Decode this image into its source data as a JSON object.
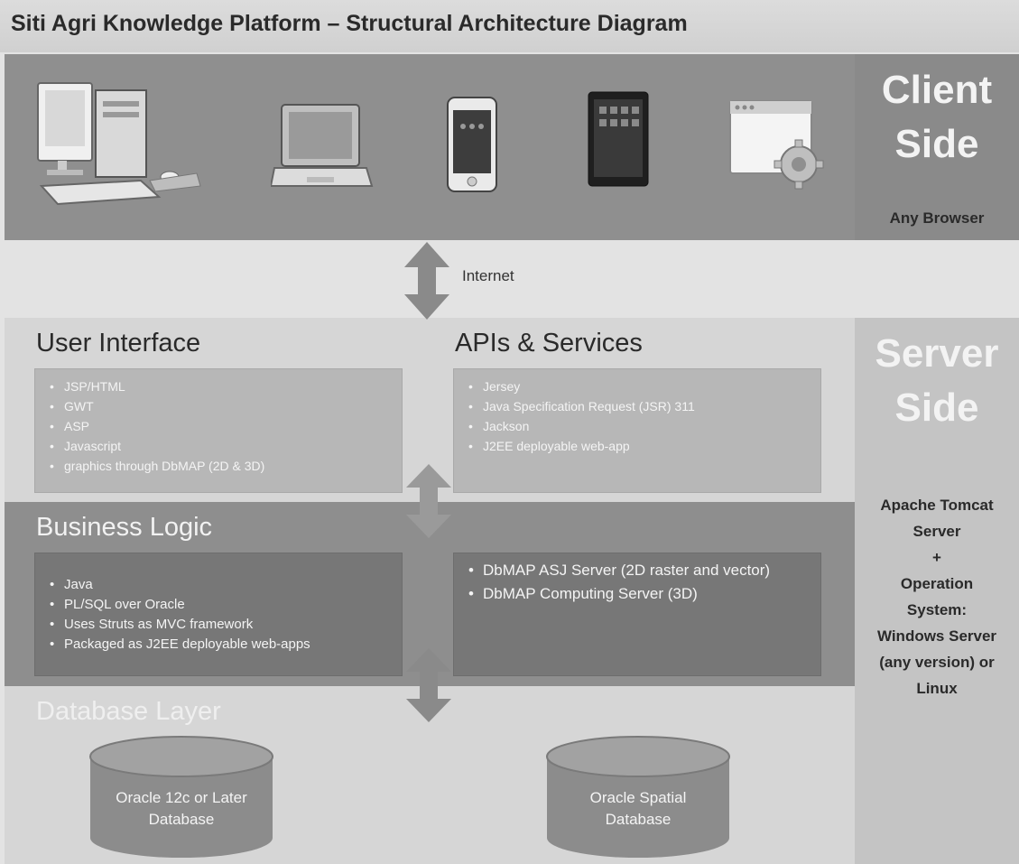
{
  "title": "Siti Agri Knowledge Platform – Structural Architecture Diagram",
  "client_side": {
    "title_line1": "Client",
    "title_line2": "Side",
    "browser_label": "Any Browser",
    "devices": [
      "desktop-computer",
      "laptop",
      "smartphone",
      "tablet",
      "browser-window-with-gear"
    ]
  },
  "internet_label": "Internet",
  "server_side": {
    "title_line1": "Server",
    "title_line2": "Side",
    "stack": [
      "Apache Tomcat",
      "Server",
      "+",
      "Operation",
      "System:",
      "Windows Server",
      "(any version) or",
      "Linux"
    ]
  },
  "user_interface": {
    "title": "User Interface",
    "items": [
      "JSP/HTML",
      "GWT",
      "ASP",
      "Javascript",
      "graphics through DbMAP (2D & 3D)"
    ]
  },
  "apis_services": {
    "title": "APIs & Services",
    "items": [
      "Jersey",
      "Java Specification Request (JSR) 311",
      "Jackson",
      "J2EE deployable web-app"
    ]
  },
  "business_logic": {
    "title": "Business Logic",
    "left_items": [
      "Java",
      "PL/SQL over Oracle",
      "Uses Struts as MVC framework",
      "Packaged as J2EE deployable web-apps"
    ],
    "right_items": [
      "DbMAP ASJ Server (2D raster and vector)",
      "DbMAP Computing Server (3D)"
    ]
  },
  "database_layer": {
    "title": "Database Layer",
    "db1_line1": "Oracle 12c or Later",
    "db1_line2": "Database",
    "db2_line1": "Oracle Spatial",
    "db2_line2": "Database"
  },
  "colors": {
    "client_band": "#8f8f8f",
    "server_background": "#d6d6d6",
    "business_band": "#8e8e8e",
    "arrow": "#8a8a8a",
    "cylinder": "#8c8c8c"
  }
}
